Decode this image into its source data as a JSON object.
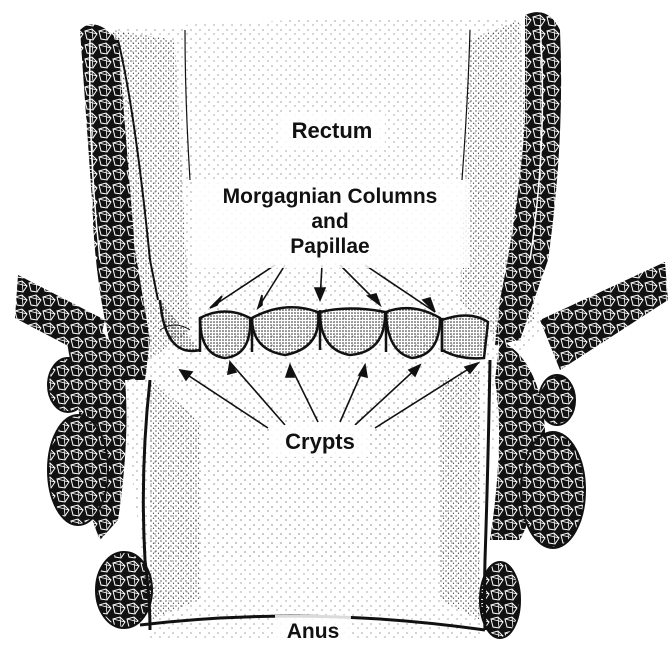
{
  "labels": {
    "rectum": "Rectum",
    "columns_line1": "Morgagnian Columns",
    "columns_line2": "and",
    "columns_line3": "Papillae",
    "crypts": "Crypts",
    "anus": "Anus"
  },
  "colors": {
    "background": "#ffffff",
    "ink": "#111111",
    "stipple": "#222222"
  }
}
